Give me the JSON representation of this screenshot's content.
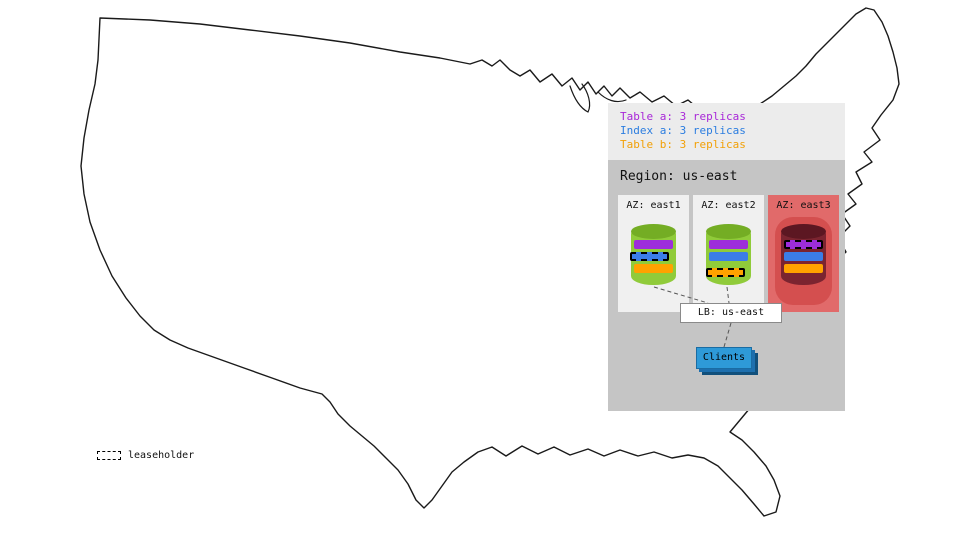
{
  "overview": {
    "legend": [
      {
        "id": "table-a",
        "label": "Table a: 3 replicas",
        "color": "#a827d8"
      },
      {
        "id": "index-a",
        "label": "Index a: 3 replicas",
        "color": "#2b7de0"
      },
      {
        "id": "table-b",
        "label": "Table b: 3 replicas",
        "color": "#f2a007"
      }
    ]
  },
  "region": {
    "title": "Region: us-east",
    "azs": [
      {
        "label": "AZ: east1",
        "status": "healthy",
        "leaseholder": "index-a"
      },
      {
        "label": "AZ: east2",
        "status": "healthy",
        "leaseholder": "table-b"
      },
      {
        "label": "AZ: east3",
        "status": "down",
        "leaseholder": "table-a"
      }
    ],
    "lb": {
      "label": "LB: us-east"
    },
    "clients": {
      "label": "Clients"
    }
  },
  "footer_key": {
    "label": "leaseholder"
  },
  "colors": {
    "panel_bg": "#ececec",
    "region_bg": "#c5c5c5",
    "az_bg": "#f0f0f0",
    "az_down_bg": "#e16a6a",
    "az_down_blob": "#d44f4f",
    "cylinder_healthy": "#90cb3a",
    "cylinder_down": "#7b2430",
    "replica_table_a": "#9d2ddb",
    "replica_index_a": "#3b7de8",
    "replica_table_b": "#ffa200",
    "clients_box": "#2e9ad8",
    "map_stroke": "#1a1a1a"
  }
}
